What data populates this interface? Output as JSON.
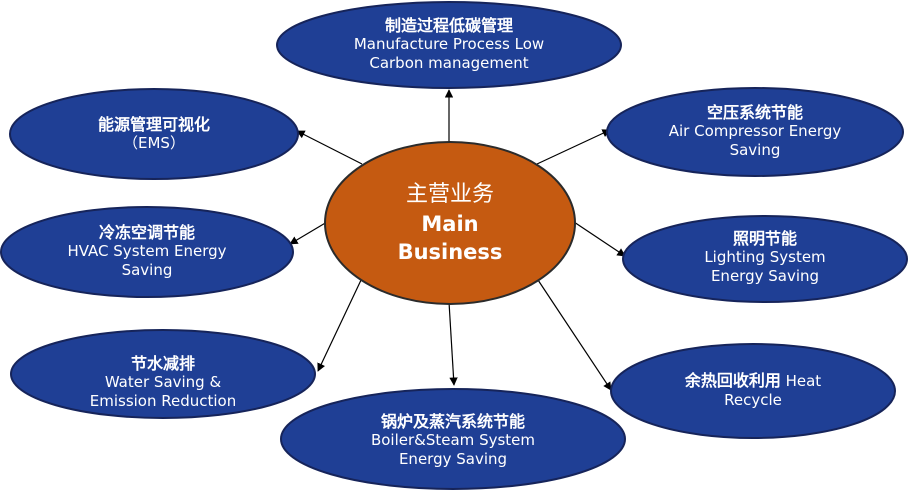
{
  "center": {
    "cn": "主营业务",
    "en1": "Main",
    "en2": "Business"
  },
  "nodes": {
    "manufacture": {
      "cn": "制造过程低碳管理",
      "en1": "Manufacture Process Low",
      "en2": "Carbon management"
    },
    "ems": {
      "cn": "能源管理可视化",
      "en1": "（EMS）"
    },
    "air": {
      "cn": "空压系统节能",
      "en1": "Air Compressor Energy",
      "en2": "Saving"
    },
    "hvac": {
      "cn": "冷冻空调节能",
      "en1": "HVAC System Energy",
      "en2": "Saving"
    },
    "lighting": {
      "cn": "照明节能",
      "en1": "Lighting System",
      "en2": "Energy Saving"
    },
    "water": {
      "cn": "节水减排",
      "en1": "Water Saving &",
      "en2": "Emission Reduction"
    },
    "heat": {
      "cn": "余热回收利用",
      "cn_suffix": " Heat",
      "en1": "Recycle"
    },
    "boiler": {
      "cn": "锅炉及蒸汽系统节能",
      "en1": "Boiler&Steam System",
      "en2": "Energy Saving"
    }
  },
  "colors": {
    "node_fill": "#1f3f95",
    "center_fill": "#c55a11",
    "text": "#ffffff"
  }
}
